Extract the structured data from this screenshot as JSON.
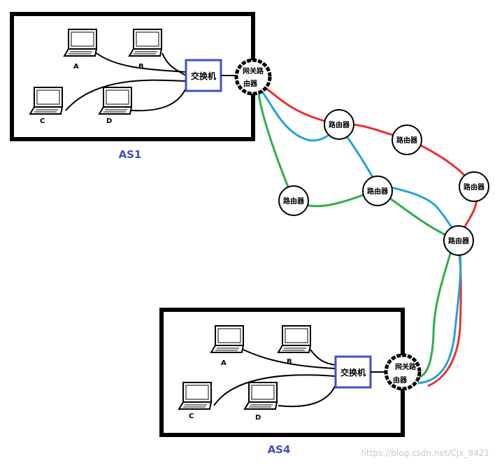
{
  "as1": {
    "label": "AS1",
    "switch_label": "交换机",
    "gateway_line1": "网关路",
    "gateway_line2": "由器",
    "computers": {
      "a": "A",
      "b": "B",
      "c": "C",
      "d": "D"
    }
  },
  "as4": {
    "label": "AS4",
    "switch_label": "交换机",
    "gateway_line1": "网关路",
    "gateway_line2": "由器",
    "computers": {
      "a": "A",
      "b": "B",
      "c": "C",
      "d": "D"
    }
  },
  "routers": {
    "r1": "路由器",
    "r2": "路由器",
    "r3": "路由器",
    "r4": "路由器",
    "r5": "路由器",
    "r6": "路由器"
  },
  "watermark": "https://blog.csdn.net/Cjx_9421",
  "colors": {
    "path_red": "#e8322f",
    "path_blue": "#1fa3dc",
    "path_green": "#2fae49",
    "as_label": "#3f4fc4",
    "switch_border": "#3f4fc4"
  }
}
